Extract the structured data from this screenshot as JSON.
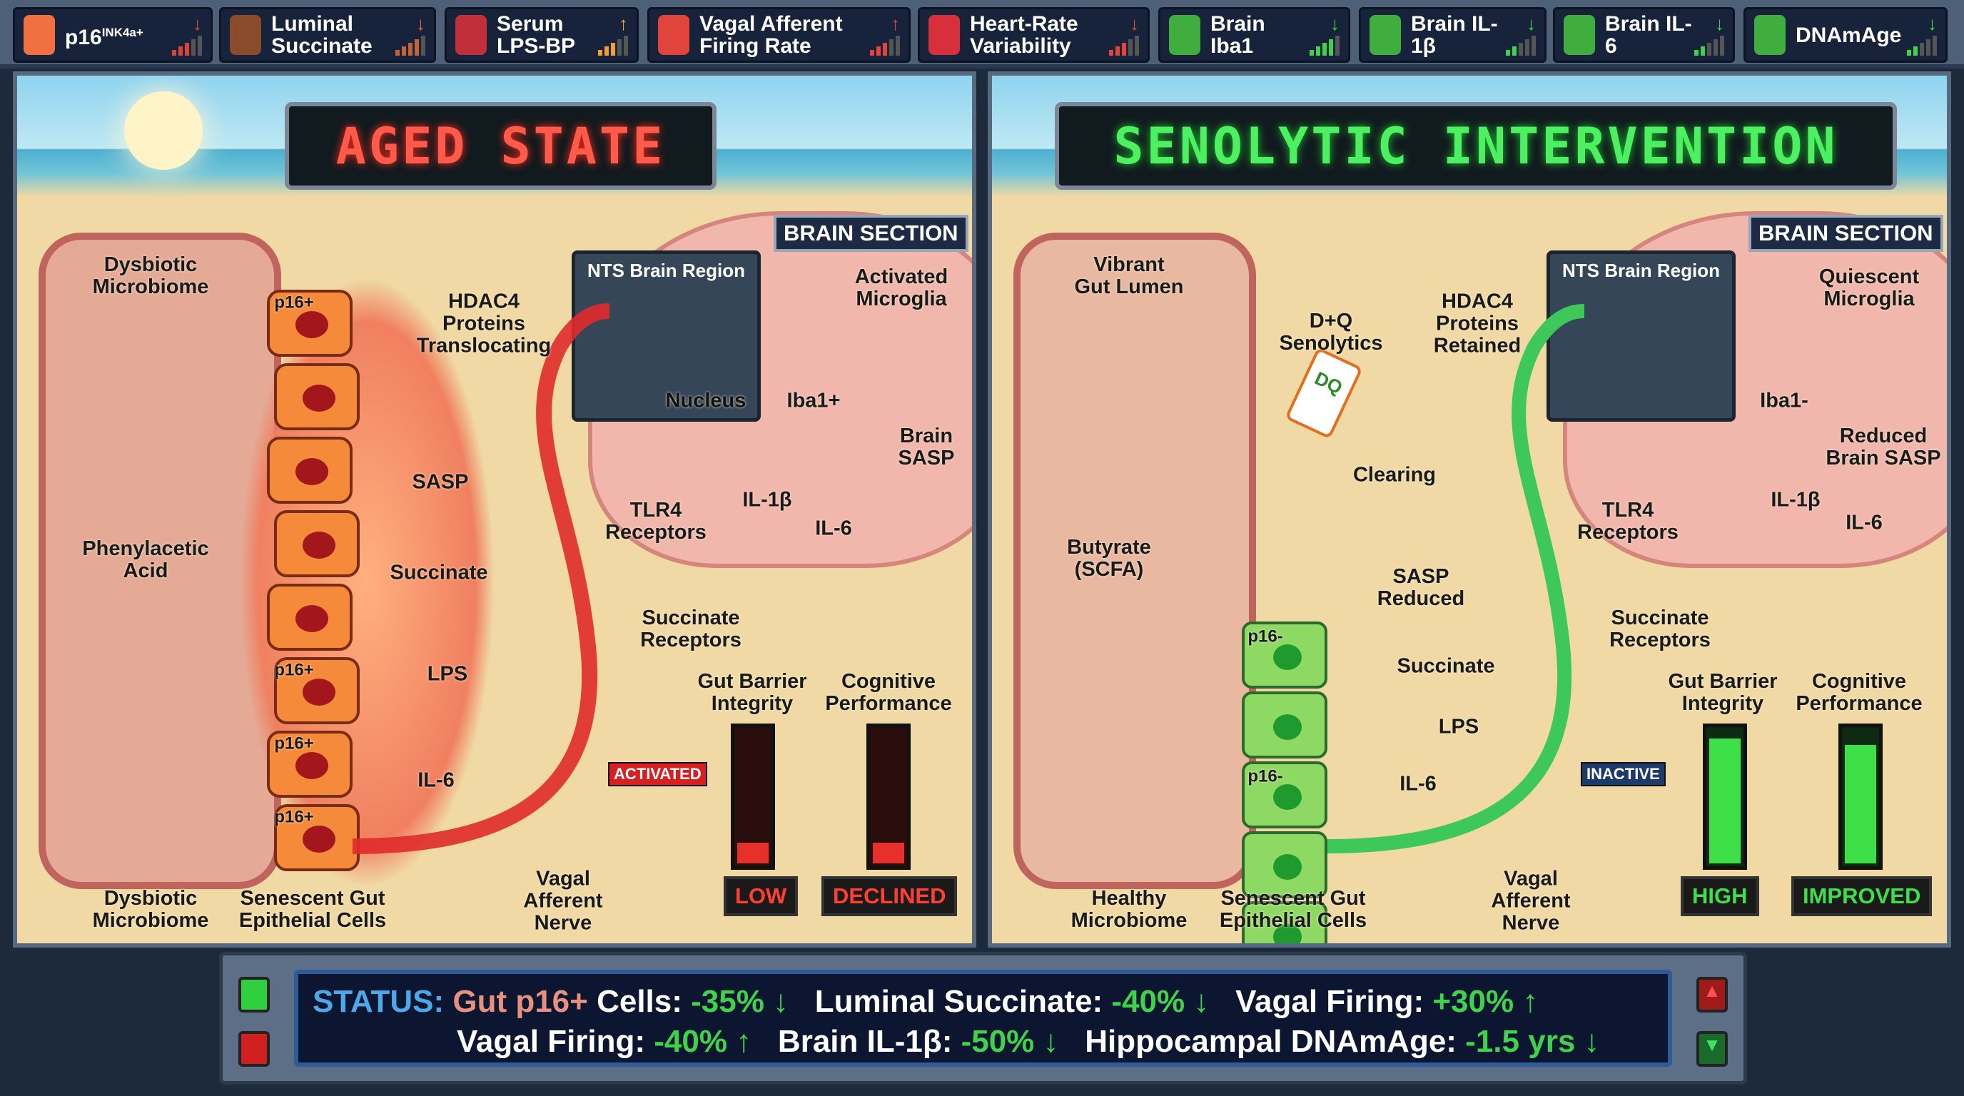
{
  "topbar": {
    "tiles": [
      {
        "label": "p16",
        "sup": "INK4a+",
        "trend": "down",
        "trend_color": "#e0443a",
        "level": 3,
        "bar_color": "#d9443a",
        "icon": "senescent-cell-icon",
        "icon_color": "#f07040"
      },
      {
        "label": "Luminal Succinate",
        "trend": "down",
        "trend_color": "#e86b35",
        "level": 4,
        "bar_color": "#c2643a",
        "icon": "succinate-icon",
        "icon_color": "#8a4b2a"
      },
      {
        "label": "Serum LPS-BP",
        "trend": "up",
        "trend_color": "#f0a030",
        "level": 3,
        "bar_color": "#f0a030",
        "icon": "test-tube-icon",
        "icon_color": "#c0303a"
      },
      {
        "label": "Vagal Afferent Firing Rate",
        "trend": "up",
        "trend_color": "#e0443a",
        "level": 3,
        "bar_color": "#e0443a",
        "icon": "waveform-icon",
        "icon_color": "#e0443a"
      },
      {
        "label": "Heart-Rate Variability",
        "trend": "down",
        "trend_color": "#e0443a",
        "level": 3,
        "bar_color": "#e0443a",
        "icon": "heart-icon",
        "icon_color": "#d8303a"
      },
      {
        "label": "Brain Iba1",
        "trend": "down",
        "trend_color": "#3ed34a",
        "level": 4,
        "bar_color": "#3ed34a",
        "icon": "brain-icon",
        "icon_color": "#3fae3f"
      },
      {
        "label": "Brain IL-1β",
        "trend": "down",
        "trend_color": "#3ed34a",
        "level": 2,
        "bar_color": "#3ed34a",
        "icon": "microglia-icon",
        "icon_color": "#3fae3f"
      },
      {
        "label": "Brain IL-6",
        "trend": "down",
        "trend_color": "#3ed34a",
        "level": 2,
        "bar_color": "#3ed34a",
        "icon": "microglia-icon",
        "icon_color": "#3fae3f"
      },
      {
        "label": "DNAmAge",
        "trend": "down",
        "trend_color": "#3ed34a",
        "level": 2,
        "bar_color": "#3ed34a",
        "icon": "dna-icon",
        "icon_color": "#3fae3f"
      }
    ]
  },
  "left": {
    "title": "AGED STATE",
    "brain_section": "BRAIN SECTION",
    "nts": "NTS Brain Region",
    "nucleus": "Nucleus",
    "dysbiotic_top": "Dysbiotic\nMicrobiome",
    "hdac4": "HDAC4\nProteins\nTranslocating",
    "activated_microglia": "Activated\nMicroglia",
    "iba1": "Iba1+",
    "brain_sasp": "Brain\nSASP",
    "sasp": "SASP",
    "il1b": "IL-1β",
    "il6_brain": "IL-6",
    "tlr4": "TLR4\nReceptors",
    "phenylacetic": "Phenylacetic\nAcid",
    "succinate": "Succinate",
    "succinate_receptors": "Succinate\nReceptors",
    "lps": "LPS",
    "il6_gut": "IL-6",
    "p16": "p16+",
    "gut_barrier": "Gut Barrier\nIntegrity",
    "cognitive": "Cognitive\nPerformance",
    "nerve_state": "ACTIVATED",
    "gut_barrier_value": "LOW",
    "cognitive_value": "DECLINED",
    "gut_barrier_level": 0.15,
    "cognitive_level": 0.15,
    "vagal": "Vagal\nAfferent\nNerve",
    "dysbiotic_bottom": "Dysbiotic\nMicrobiome",
    "epithelial": "Senescent Gut\nEpithelial Cells"
  },
  "right": {
    "title": "SENOLYTIC INTERVENTION",
    "brain_section": "BRAIN SECTION",
    "nts": "NTS Brain Region",
    "gut_lumen": "Vibrant\nGut Lumen",
    "dq": "D+Q\nSenolytics",
    "dq_label": "DQ",
    "hdac4": "HDAC4\nProteins\nRetained",
    "quiescent_microglia": "Quiescent\nMicroglia",
    "iba1": "Iba1-",
    "brain_sasp": "Reduced\nBrain SASP",
    "clearing": "Clearing",
    "tlr4": "TLR4\nReceptors",
    "il1b": "IL-1β",
    "il6_brain": "IL-6",
    "butyrate": "Butyrate\n(SCFA)",
    "sasp_reduced": "SASP\nReduced",
    "succinate": "Succinate",
    "succinate_receptors": "Succinate\nReceptors",
    "p16": "p16-",
    "lps": "LPS",
    "il6_gut": "IL-6",
    "nerve_state": "INACTIVE",
    "gut_barrier": "Gut Barrier\nIntegrity",
    "cognitive": "Cognitive\nPerformance",
    "gut_barrier_value": "HIGH",
    "cognitive_value": "IMPROVED",
    "gut_barrier_level": 0.9,
    "cognitive_level": 0.85,
    "vagal": "Vagal\nAfferent\nNerve",
    "healthy": "Healthy\nMicrobiome",
    "epithelial": "Senescent Gut\nEpithelial Cells"
  },
  "status": {
    "label": "STATUS:",
    "row1": [
      {
        "k": "Gut p16+",
        "k2": " Cells:",
        "v": " -35%",
        "arrow": "↓"
      },
      {
        "k": "Luminal Succinate:",
        "v": " -40%",
        "arrow": "↓"
      },
      {
        "k": "Vagal Firing:",
        "v": " +30%",
        "arrow": "↑"
      }
    ],
    "row2": [
      {
        "k": "Vagal Firing:",
        "v": " -40%",
        "arrow": "↑"
      },
      {
        "k": "Brain IL-1β:",
        "v": " -50%",
        "arrow": "↓"
      },
      {
        "k": "Hippocampal DNAmAge:",
        "v": " -1.5 yrs",
        "arrow": "↓"
      }
    ]
  }
}
